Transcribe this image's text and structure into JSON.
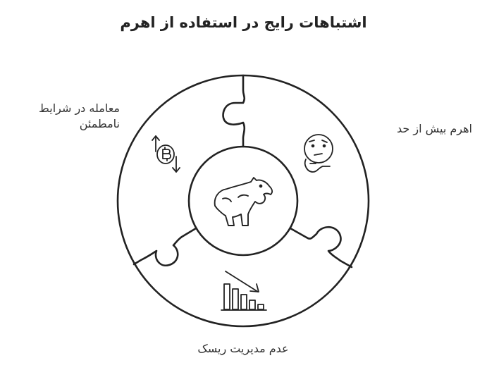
{
  "title": "اشتباهات رایج در استفاده از اهرم",
  "segments": [
    {
      "label": "معامله در شرایط نامطمئن",
      "icon": "bitcoin-volatility-icon"
    },
    {
      "label": "اهرم بیش از حد",
      "icon": "confused-face-icon"
    },
    {
      "label": "عدم مدیریت ریسک",
      "icon": "declining-chart-icon"
    }
  ],
  "center": {
    "icon": "bear-icon"
  },
  "colors": {
    "stroke": "#222222",
    "background": "#ffffff"
  }
}
